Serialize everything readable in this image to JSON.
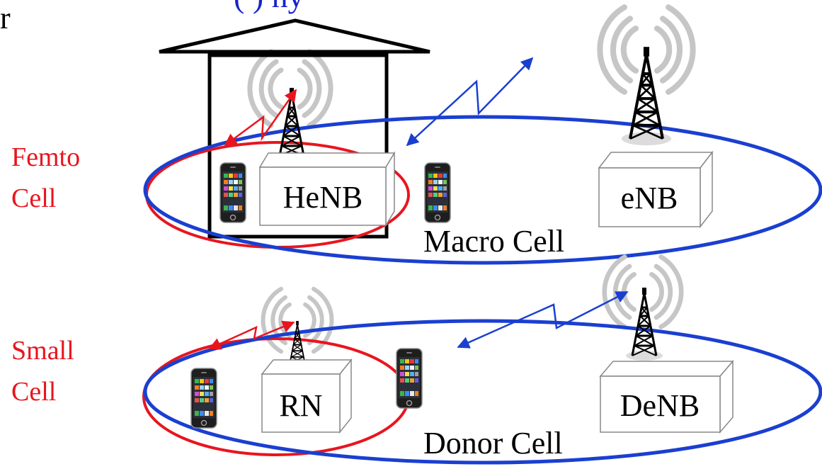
{
  "colors": {
    "femto_ellipse": "#e8151f",
    "macro_ellipse": "#1a3fd0",
    "red_text": "#e8151f",
    "link_red": "#e8151f",
    "link_blue": "#1a3fd0",
    "signal_gray": "#c6c6c6",
    "house": "#000000"
  },
  "top_cut_text": {
    "left": "r",
    "right": "(    ) ny"
  },
  "labels": {
    "femto_cell": {
      "line1": "Femto",
      "line2": "Cell"
    },
    "small_cell": {
      "line1": "Small",
      "line2": "Cell"
    },
    "macro_cell": "Macro Cell",
    "donor_cell": "Donor Cell"
  },
  "nodes": {
    "henb": "HeNB",
    "enb": "eNB",
    "rn": "RN",
    "denb": "DeNB"
  },
  "icons": [
    "tower-icon",
    "signal-waves-icon",
    "phone-icon",
    "house-icon",
    "wireless-link-icon"
  ]
}
